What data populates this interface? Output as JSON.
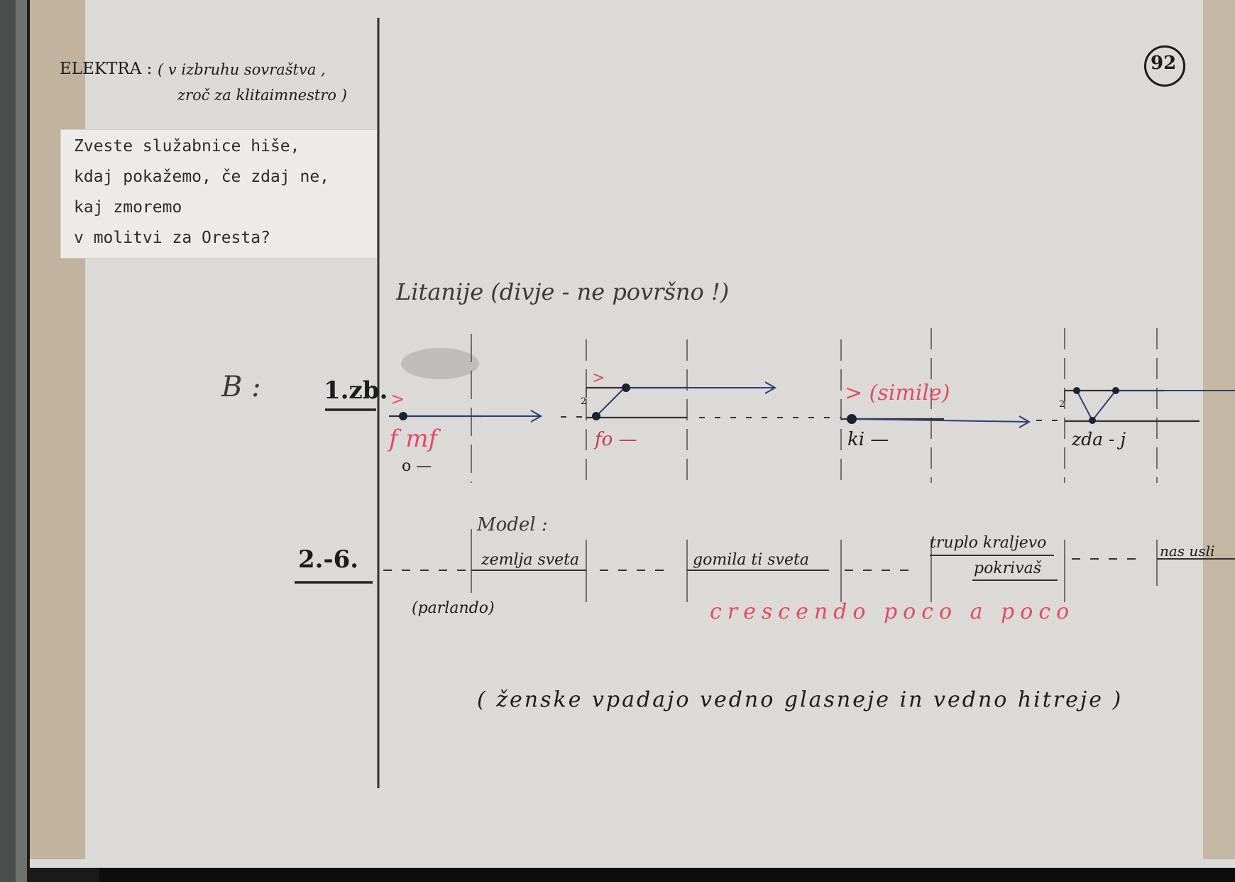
{
  "page_number": "92",
  "header": {
    "speaker": "ELEKTRA :",
    "stage_direction_line1": "( v izbruhu sovraštva ,",
    "stage_direction_line2": "zroč za klitaimnestro )"
  },
  "note": {
    "lines": [
      "Zveste služabnice hiše,",
      "kdaj pokažemo, če zdaj ne,",
      "kaj zmoremo",
      "v molitvi za Oresta?"
    ]
  },
  "heading": "Litanije (divje - ne površno !)",
  "voice_label": "B :",
  "row1": {
    "label": "1.zb.",
    "accent1": ">",
    "dynamics": "f mf",
    "syllable_o": "o —",
    "accent2": ">",
    "syllable_fo": "fo —",
    "simile": "> (simile)",
    "syllable_ki": "ki —",
    "syllable_zdaj": "zda - j",
    "count_a": "2",
    "count_b": "2"
  },
  "row2": {
    "label": "2.-6.",
    "model_label": "Model :",
    "texts": [
      "zemlja sveta",
      "gomila ti sveta",
      "truplo kraljevo",
      "pokrivaš",
      "nas usli"
    ],
    "parlando": "(parlando)",
    "crescendo": "crescendo poco a poco"
  },
  "footer_note": "( ženske vpadajo vedno glasneje in vedno hitreje )"
}
